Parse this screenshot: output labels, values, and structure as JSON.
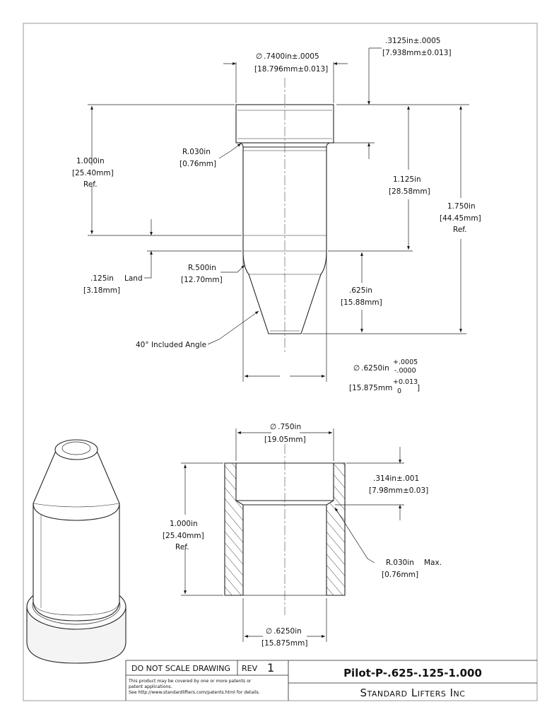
{
  "drawing": {
    "title": "Pilot-P-.625-.125-1.000",
    "company": "Standard Lifters Inc",
    "note_do_not_scale": "DO NOT SCALE DRAWING",
    "rev_label": "REV",
    "rev_value": "1",
    "patent_lines": [
      "This product may be covered by one or more patents or",
      "patent applications.",
      "See http://www.standardlifters.com/patents.html for details."
    ]
  },
  "pilot_view": {
    "head_diameter": {
      "symbol": "∅",
      "in": ".7400in±.0005",
      "mm": "18.796mm±0.013"
    },
    "head_height": {
      "in": ".3125in±.0005",
      "mm": "7.938mm±0.013"
    },
    "shoulder_length": {
      "in": "1.000in",
      "mm": "25.40mm",
      "ref": "Ref."
    },
    "fillet_radius": {
      "in": "R.030in",
      "mm": "0.76mm"
    },
    "body_length": {
      "in": "1.125in",
      "mm": "28.58mm"
    },
    "overall_length": {
      "in": "1.750in",
      "mm": "44.45mm",
      "ref": "Ref."
    },
    "land": {
      "in": ".125in",
      "label": "Land",
      "mm": "3.18mm"
    },
    "nose_radius": {
      "in": "R.500in",
      "mm": "12.70mm"
    },
    "nose_length": {
      "in": ".625in",
      "mm": "15.88mm"
    },
    "angle_note": "40° Included Angle",
    "pilot_diameter": {
      "symbol": "∅",
      "in": ".6250in",
      "tol_plus": "+.0005",
      "tol_minus": "-.0000",
      "mm": "15.875mm",
      "mm_plus": "+0.013",
      "mm_minus": "0"
    }
  },
  "bushing_view": {
    "bore_diameter": {
      "symbol": "∅",
      "in": ".750in",
      "mm": "19.05mm"
    },
    "counterbore_depth": {
      "in": ".314in±.001",
      "mm": "7.98mm±0.03"
    },
    "height": {
      "in": "1.000in",
      "mm": "25.40mm",
      "ref": "Ref."
    },
    "corner_radius": {
      "in": "R.030in",
      "label": "Max.",
      "mm": "0.76mm"
    },
    "inner_diameter": {
      "symbol": "∅",
      "in": ".6250in",
      "mm": "15.875mm"
    }
  },
  "colors": {
    "line": "#222222",
    "border": "#999999"
  }
}
